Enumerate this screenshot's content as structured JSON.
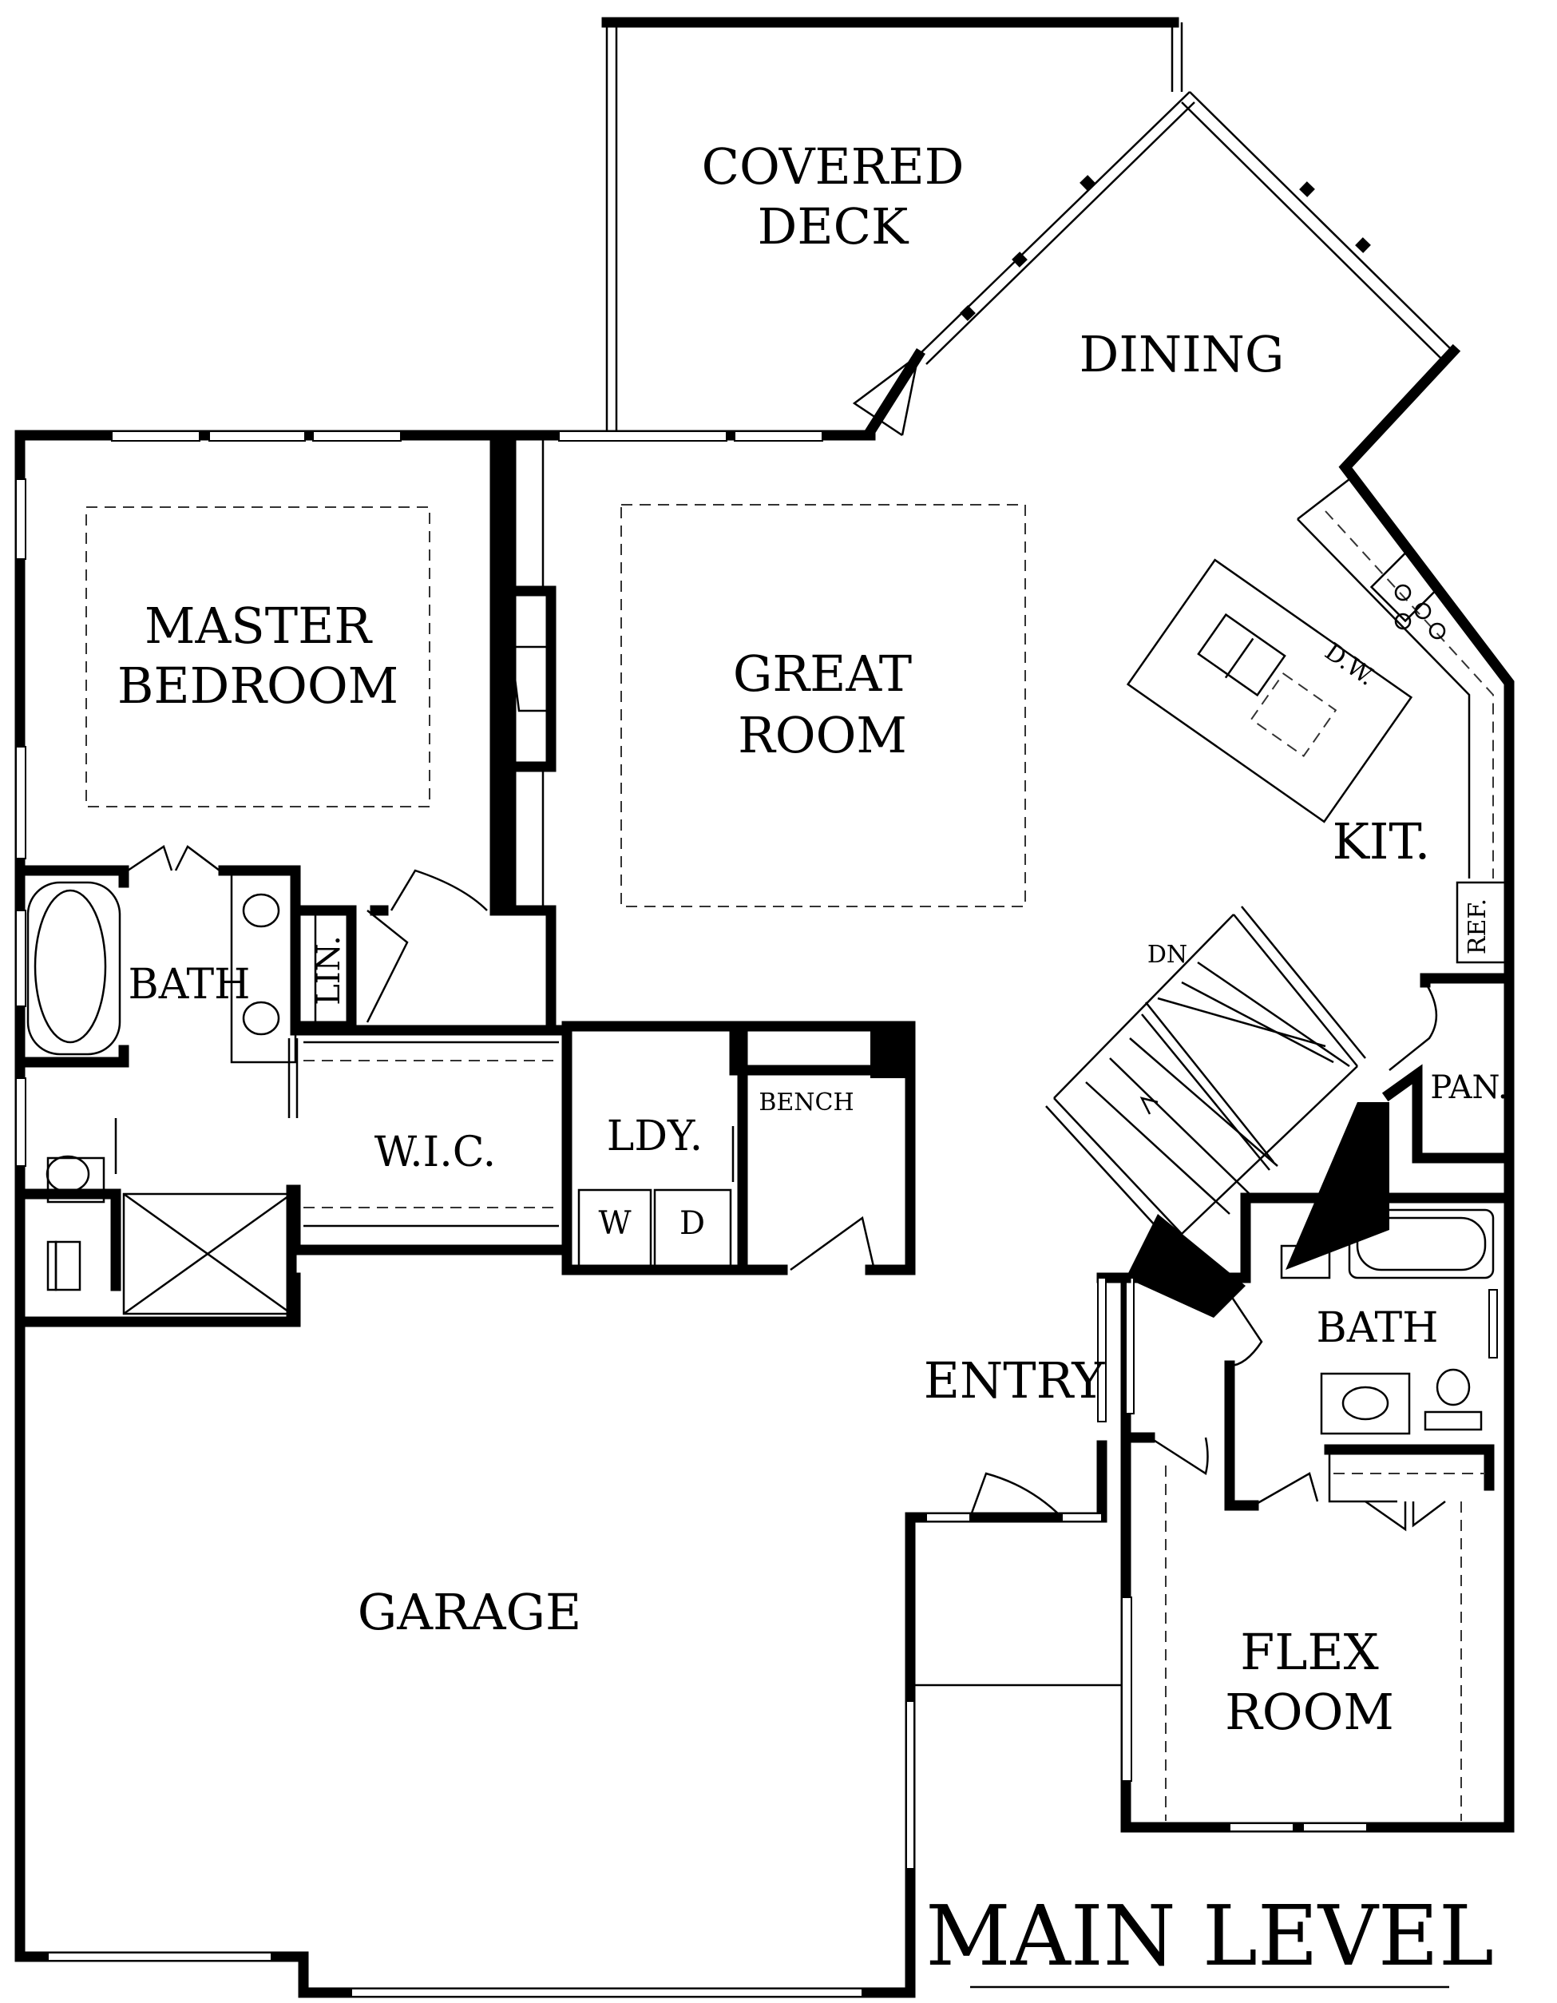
{
  "title": "MAIN LEVEL",
  "rooms": {
    "covered_deck": [
      "COVERED",
      "DECK"
    ],
    "dining": "DINING",
    "master_bedroom": [
      "MASTER",
      "BEDROOM"
    ],
    "great_room": [
      "GREAT",
      "ROOM"
    ],
    "kitchen": "KIT.",
    "dishwasher": "D.W.",
    "refrigerator": "REF.",
    "stairs_down": "DN",
    "pantry": "PAN.",
    "master_bath": "BATH",
    "linen": "LIN.",
    "bench": "BENCH",
    "walk_in_closet": "W.I.C.",
    "laundry": "LDY.",
    "washer": "W",
    "dryer": "D",
    "entry": "ENTRY",
    "hall_bath": "BATH",
    "garage": "GARAGE",
    "flex_room": [
      "FLEX",
      "ROOM"
    ]
  }
}
